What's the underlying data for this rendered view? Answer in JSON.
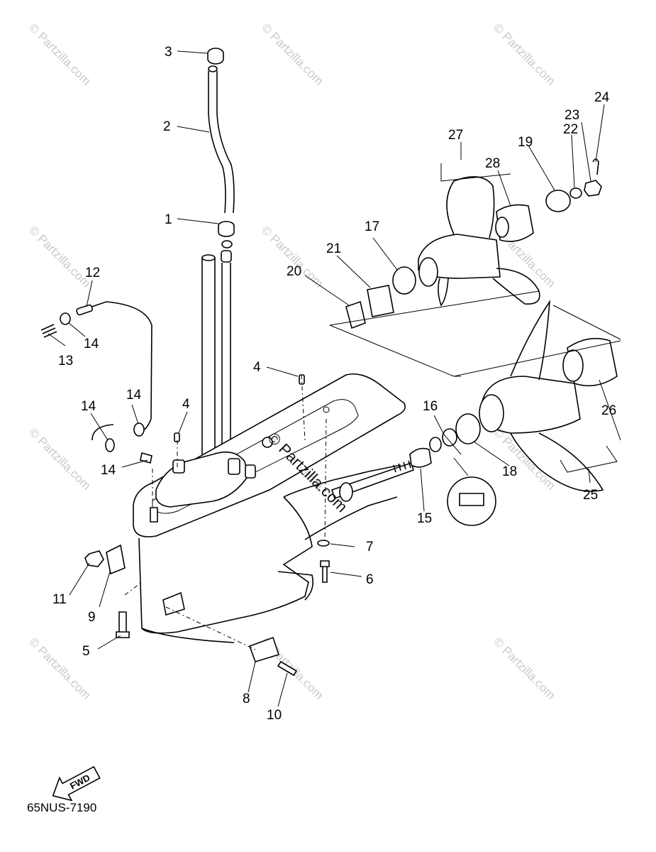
{
  "diagram": {
    "callouts": [
      "1",
      "2",
      "3",
      "4",
      "4",
      "5",
      "6",
      "7",
      "8",
      "9",
      "10",
      "11",
      "12",
      "13",
      "14",
      "14",
      "14",
      "14",
      "15",
      "16",
      "17",
      "18",
      "19",
      "20",
      "21",
      "22",
      "23",
      "24",
      "25",
      "26",
      "27",
      "28"
    ],
    "watermarks": [
      "© Partzilla.com",
      "© Partzilla.com",
      "© Partzilla.com",
      "© Partzilla.com",
      "© Partzilla.com",
      "© Partzilla.com",
      "© Partzilla.com",
      "© Partzilla.com",
      "© Partzilla.com",
      "© Partzilla.com",
      "© Partzilla.com",
      "© Partzilla.com"
    ],
    "center_watermark": "© Partzilla.com",
    "fwd_label": "FWD",
    "diagram_code": "65NUS-7190"
  }
}
